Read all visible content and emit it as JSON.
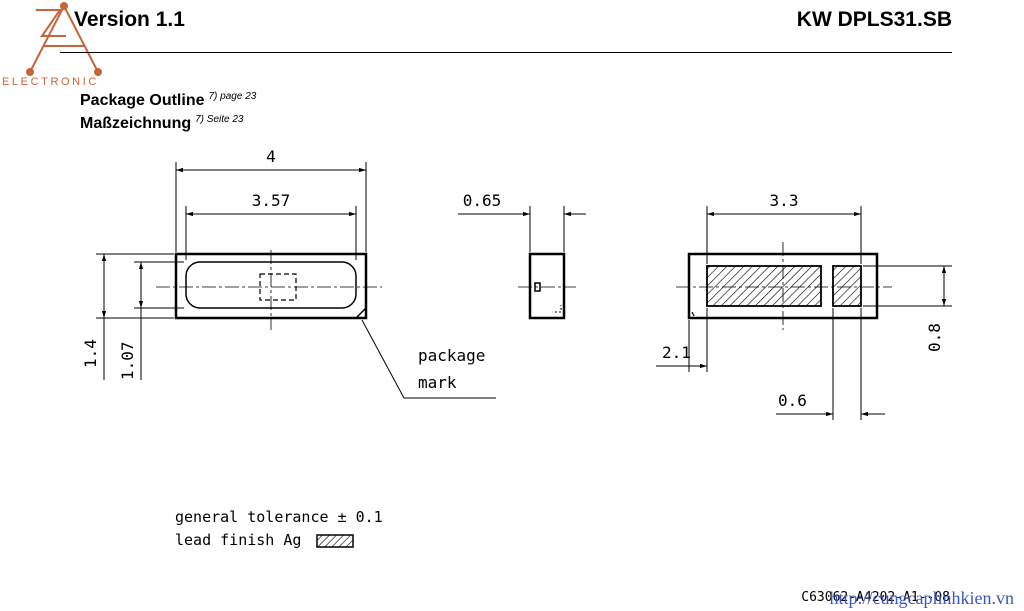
{
  "header": {
    "version": "Version 1.1",
    "part_number": "KW DPLS31.SB"
  },
  "logo": {
    "text": "ELECTRONIC",
    "color": "#c8643a"
  },
  "section": {
    "title_en": "Package Outline",
    "ref_en": "7) page 23",
    "title_de": "Maßzeichnung",
    "ref_de": "7) Seite 23"
  },
  "dimensions": {
    "overall_length": "4",
    "inner_length": "3.57",
    "thickness": "0.65",
    "pad_span": "3.3",
    "height_outer": "1.4",
    "height_inner": "1.07",
    "pad_offset": "2.1",
    "pad_width_small": "0.6",
    "pad_height": "0.8"
  },
  "labels": {
    "package_mark_1": "package",
    "package_mark_2": "mark"
  },
  "notes": {
    "tolerance": "general tolerance ± 0.1",
    "lead_finish": "lead finish Ag"
  },
  "drawing_number": "C63062-A4202-A1--08",
  "watermark": "http://cungcaplinhkien.vn"
}
